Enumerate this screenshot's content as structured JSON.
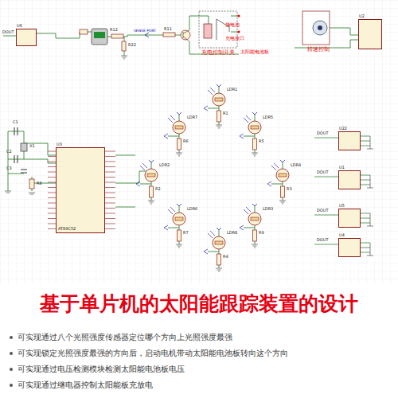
{
  "diagram": {
    "title": "基于单片机的太阳能跟踪装置的设计",
    "nodes": [
      {
        "text": [
          "U6"
        ]
      },
      {
        "text": [
          "U2"
        ]
      },
      {
        "text": [
          "U3",
          "AT89C52"
        ]
      },
      {
        "text": [
          "U22"
        ]
      },
      {
        "text": [
          "U1"
        ]
      },
      {
        "text": [
          "U5"
        ]
      },
      {
        "text": [
          "U4"
        ]
      }
    ],
    "labels": [
      "充电控制开关",
      "接电池",
      "充电接口",
      "太阳能电池板",
      "转速控制",
      "DOUT",
      "R12",
      "R22",
      "SENSE PORT",
      "R11",
      "LDR1",
      "R1",
      "LDR5",
      "R5",
      "LDR7",
      "R6",
      "LDR2",
      "R2",
      "LDR4",
      "R3",
      "LDR6",
      "R7",
      "LDR3",
      "R9",
      "LDR8",
      "R4",
      "C1",
      "X1",
      "C2",
      "C3",
      "R8",
      "DOUT",
      "DOUT",
      "DOUT",
      "DOUT",
      "可实现通过八个光照强度传感器定位哪个方向上光照强度最强",
      "可实现锁定光照强度最强的方向后，启动电机带动太阳能电池板转向这个方向",
      "可实现通过电压检测模块检测太阳能电池板电压",
      "可实现通过继电器控制太阳能板充放电"
    ]
  }
}
